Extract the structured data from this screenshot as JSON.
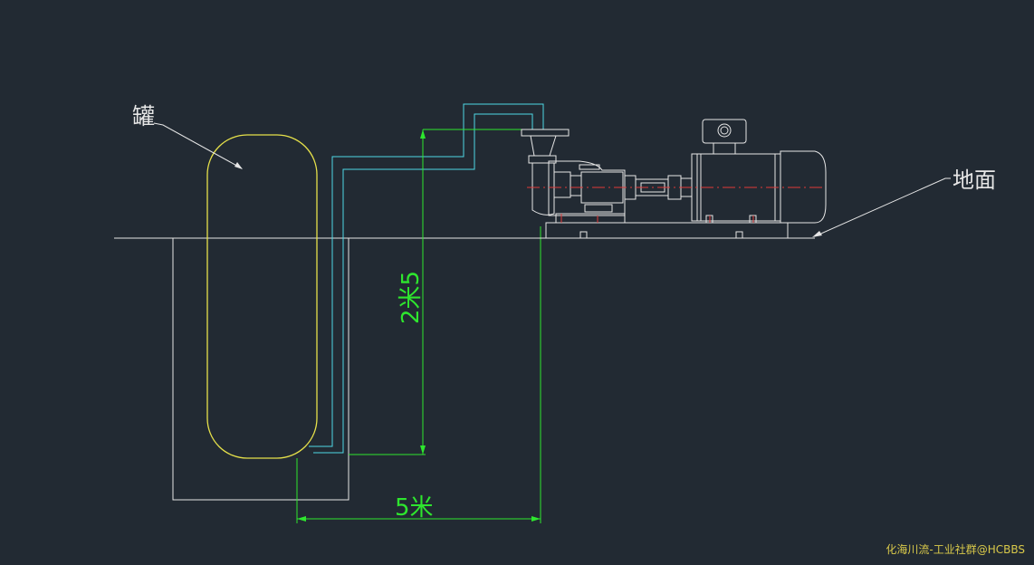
{
  "labels": {
    "tank": "罐",
    "ground": "地面",
    "vertical_dim": "2米5",
    "horizontal_dim": "5米"
  },
  "watermark": "化海川流-工业社群@HCBBS",
  "colors": {
    "background": "#222a33",
    "structure": "#e6e6e6",
    "tank": "#e6e14a",
    "pipe": "#4fd8e6",
    "dimension": "#2ee62e",
    "centerline": "#e03a3a"
  }
}
